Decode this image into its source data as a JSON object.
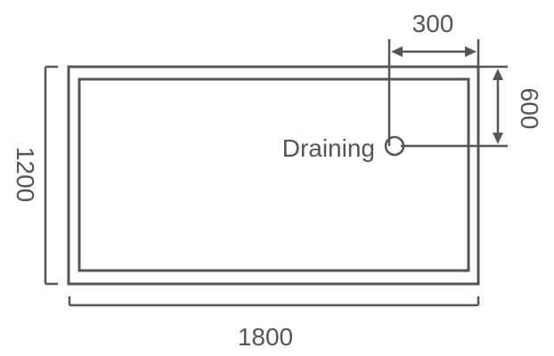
{
  "diagram": {
    "width_label": "1800",
    "height_label": "1200",
    "drain_x_label": "300",
    "drain_y_label": "600",
    "drain_label": "Draining"
  },
  "colors": {
    "stroke": "#555555",
    "background": "#ffffff"
  }
}
